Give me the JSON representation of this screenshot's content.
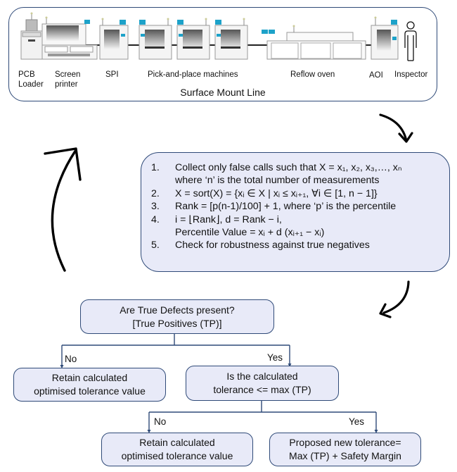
{
  "smt_line": {
    "title": "Surface Mount Line",
    "stations": [
      {
        "label_line1": "PCB",
        "label_line2": "Loader",
        "icon": "pcb-loader-machine"
      },
      {
        "label_line1": "Screen",
        "label_line2": "printer",
        "icon": "screen-printer-machine"
      },
      {
        "label_line1": "SPI",
        "label_line2": "",
        "icon": "spi-machine"
      },
      {
        "label_line1": "Pick-and-place machines",
        "label_line2": "",
        "icon": "pick-and-place-machine"
      },
      {
        "label_line1": "Reflow oven",
        "label_line2": "",
        "icon": "reflow-oven"
      },
      {
        "label_line1": "AOI",
        "label_line2": "",
        "icon": "aoi-machine"
      },
      {
        "label_line1": "Inspector",
        "label_line2": "",
        "icon": "person-icon"
      }
    ]
  },
  "algorithm": {
    "steps": [
      {
        "num": "1.",
        "lines": [
          "Collect only false calls such that X = x₁, x₂, x₃,…, xₙ",
          "where ‘n’ is the total number of measurements"
        ]
      },
      {
        "num": "2.",
        "lines": [
          "X = sort(X) = {xᵢ ∈ X | xᵢ ≤ xᵢ₊₁, ∀i ∈ [1, n − 1]}"
        ]
      },
      {
        "num": "3.",
        "lines": [
          "Rank = [p(n-1)/100] + 1, where ‘p’ is the percentile"
        ]
      },
      {
        "num": "4.",
        "lines": [
          "i = ⌊Rank⌋, d = Rank − i,",
          "Percentile Value = xᵢ + d (xᵢ₊₁ − xᵢ)"
        ]
      },
      {
        "num": "5.",
        "lines": [
          "Check for robustness against true negatives"
        ]
      }
    ]
  },
  "decision_tree": {
    "q1": {
      "line1": "Are True Defects present?",
      "line2": "[True Positives (TP)]"
    },
    "q1_no_label": "No",
    "q1_yes_label": "Yes",
    "retain1": {
      "line1": "Retain calculated",
      "line2": "optimised tolerance value"
    },
    "q2": {
      "line1": "Is the calculated",
      "line2": "tolerance <= max (TP)"
    },
    "q2_no_label": "No",
    "q2_yes_label": "Yes",
    "retain2": {
      "line1": "Retain calculated",
      "line2": "optimised tolerance value"
    },
    "proposed": {
      "line1": "Proposed new tolerance=",
      "line2": "Max (TP) + Safety Margin"
    }
  },
  "colors": {
    "box_fill": "#e8eaf8",
    "box_border": "#2f4a78",
    "arrow": "#000000"
  }
}
